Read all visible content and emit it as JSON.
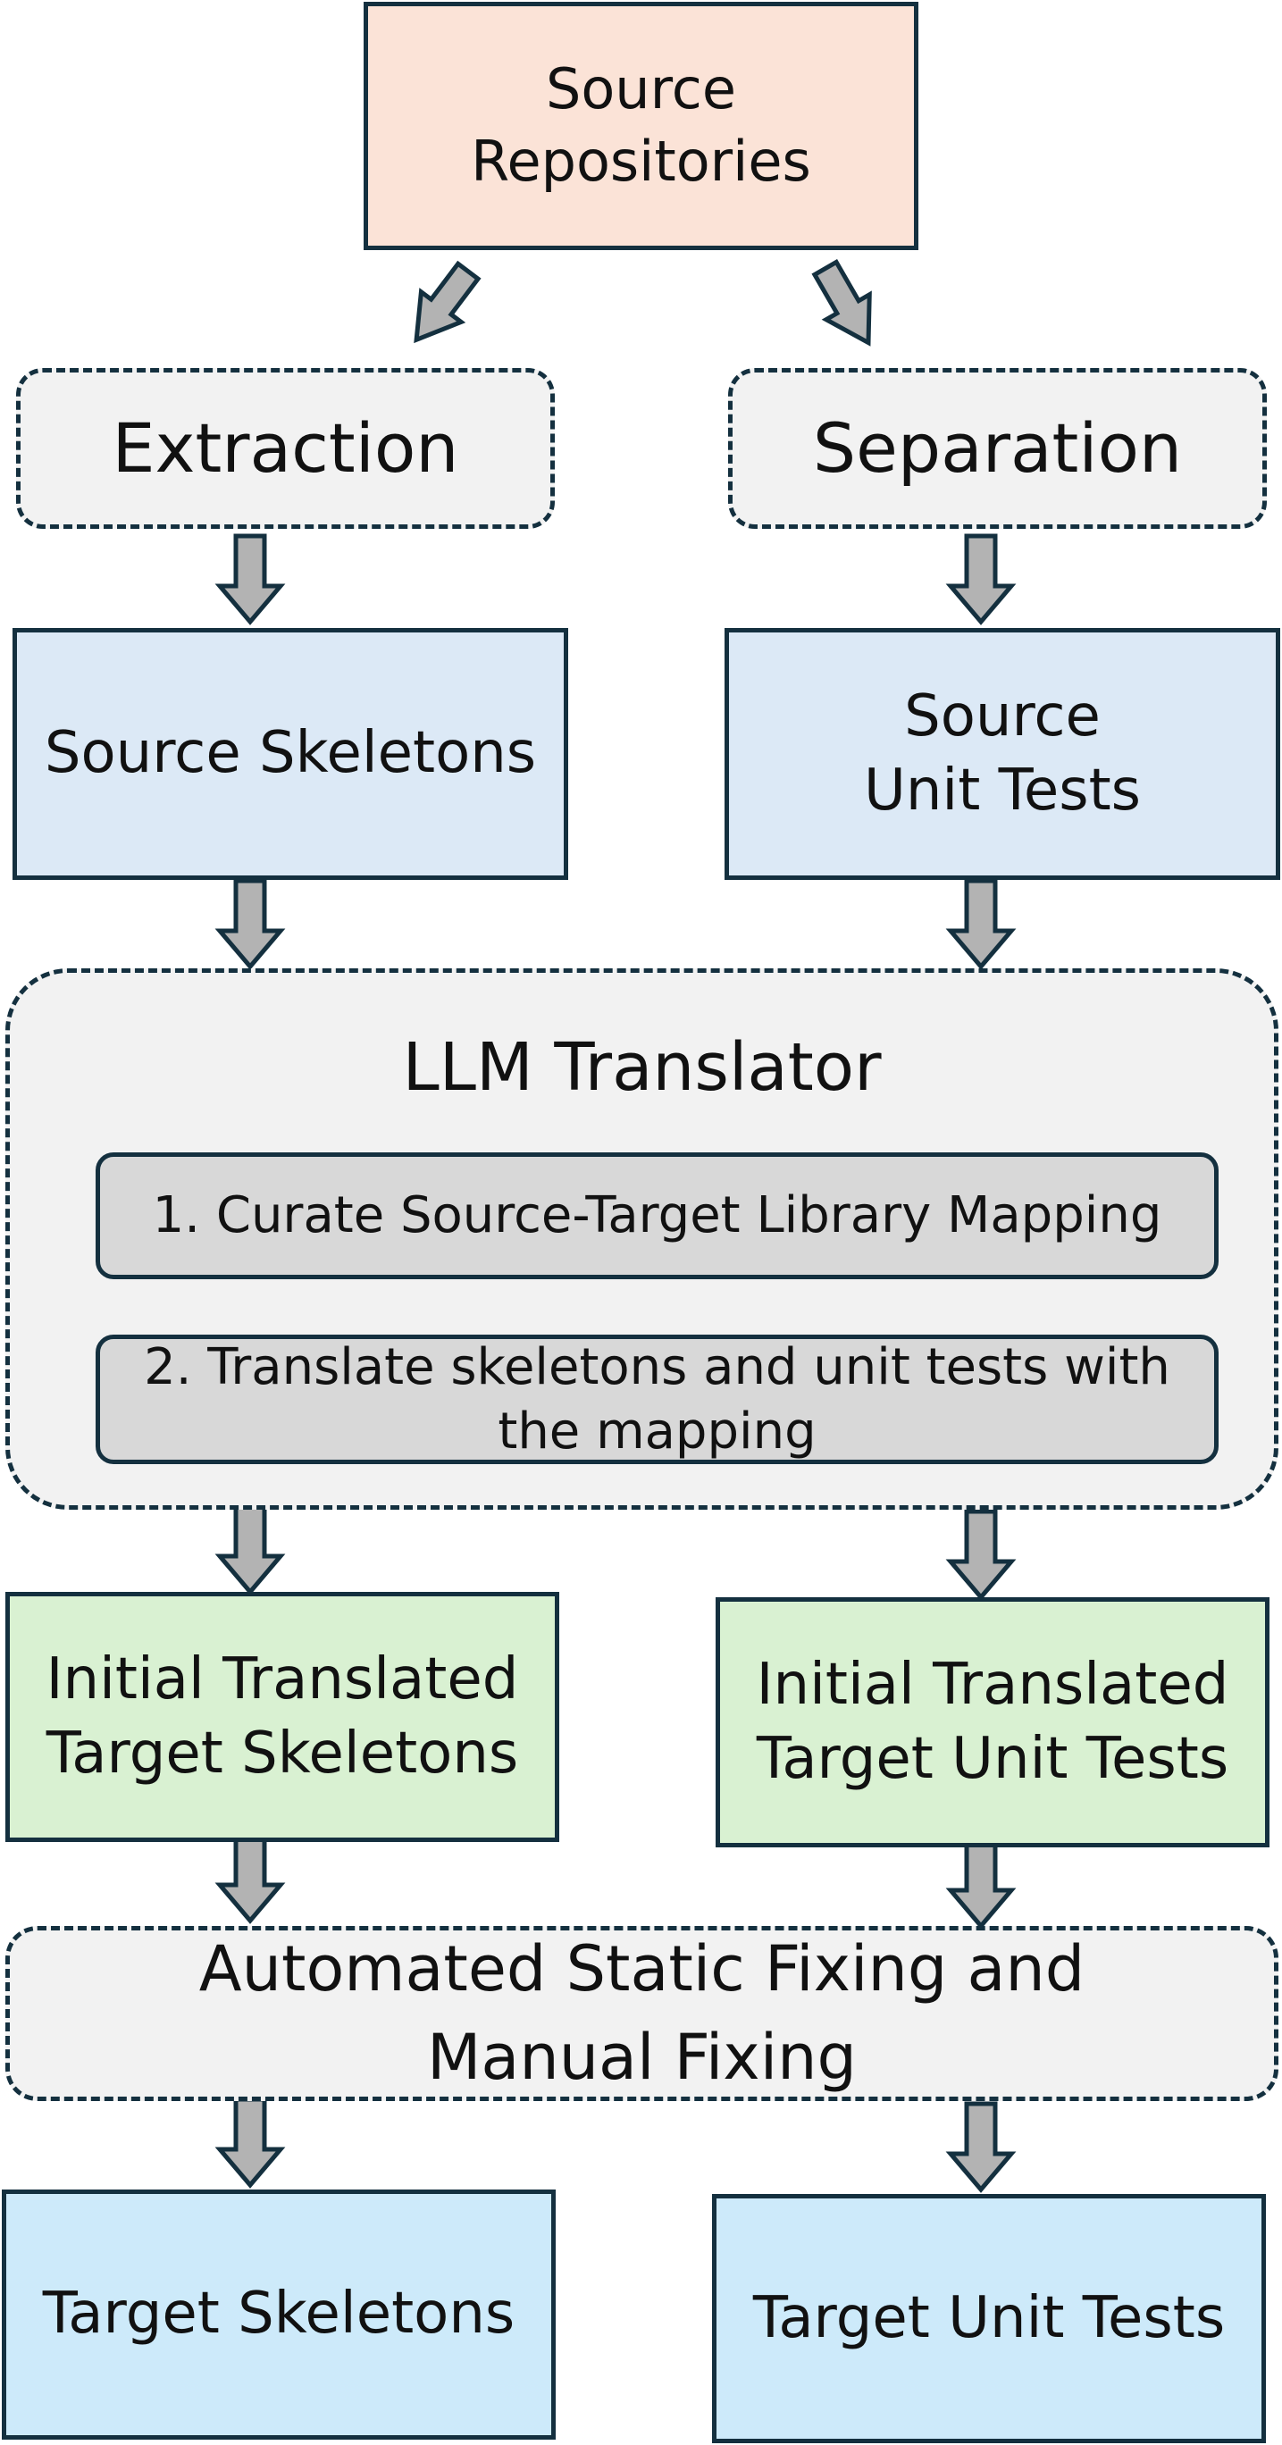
{
  "nodes": {
    "source_repositories": [
      "Source",
      "Repositories"
    ],
    "extraction": "Extraction",
    "separation": "Separation",
    "source_skeletons": "Source Skeletons",
    "source_unit_tests": [
      "Source",
      "Unit Tests"
    ],
    "llm_translator": {
      "title": "LLM Translator",
      "step1": "1. Curate Source-Target Library Mapping",
      "step2": [
        "2. Translate skeletons and unit tests with",
        "the mapping"
      ]
    },
    "initial_target_skeletons": [
      "Initial Translated",
      "Target Skeletons"
    ],
    "initial_target_unit_tests": [
      "Initial Translated",
      "Target Unit Tests"
    ],
    "fixing": [
      "Automated Static Fixing and",
      "Manual Fixing"
    ],
    "target_skeletons": "Target Skeletons",
    "target_unit_tests": "Target Unit Tests"
  },
  "colors": {
    "border": "#14303f",
    "arrow_fill": "#b3b3b3",
    "source_fill": "#fbe3d7",
    "process_fill": "#f2f2f2",
    "source_artifact_fill": "#dce9f6",
    "initial_target_fill": "#d9f1d2",
    "final_target_fill": "#cdeafa",
    "step_fill": "#d8d8d8"
  }
}
